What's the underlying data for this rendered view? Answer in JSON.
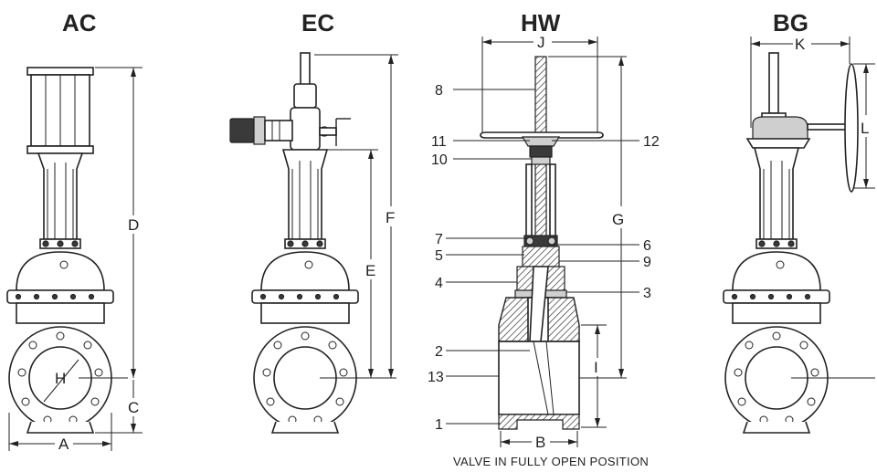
{
  "titles": {
    "ac": "AC",
    "ec": "EC",
    "hw": "HW",
    "bg": "BG"
  },
  "dimensions": {
    "a": "A",
    "b": "B",
    "c": "C",
    "d": "D",
    "e": "E",
    "f": "F",
    "g": "G",
    "h": "H",
    "i": "I",
    "j": "J",
    "k": "K",
    "l": "L"
  },
  "callouts": {
    "c1": "1",
    "c2": "2",
    "c3": "3",
    "c4": "4",
    "c5": "5",
    "c6": "6",
    "c7": "7",
    "c8": "8",
    "c9": "9",
    "c10": "10",
    "c11": "11",
    "c12": "12",
    "c13": "13"
  },
  "caption": "VALVE IN FULLY OPEN POSITION"
}
